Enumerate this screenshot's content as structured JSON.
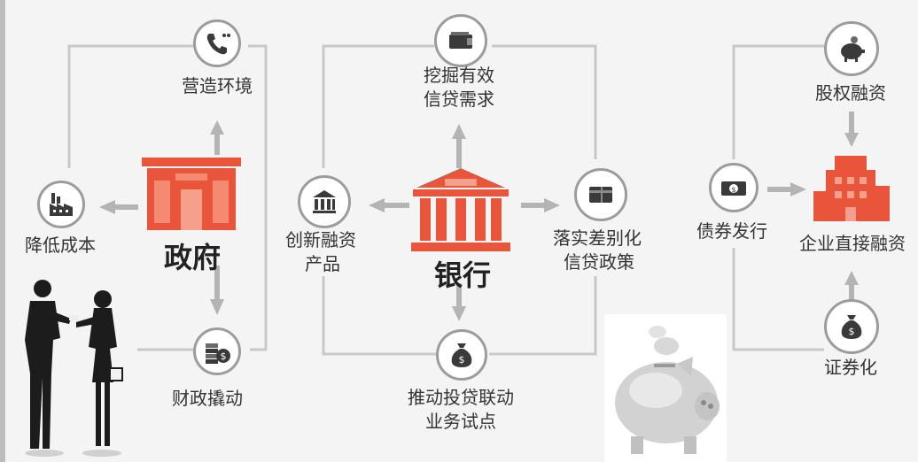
{
  "colors": {
    "accent": "#e8553a",
    "line": "#c8c8c8",
    "arrow": "#b4b4b4",
    "icon": "#3a3a3a"
  },
  "government": {
    "title": "政府",
    "nodes": {
      "environment": "营造环境",
      "cost": "降低成本",
      "fiscal": "财政撬动"
    }
  },
  "bank": {
    "title": "银行",
    "nodes": {
      "demand_line1": "挖掘有效",
      "demand_line2": "信贷需求",
      "product_line1": "创新融资",
      "product_line2": "产品",
      "policy_line1": "落实差别化",
      "policy_line2": "信贷政策",
      "pilot_line1": "推动投贷联动",
      "pilot_line2": "业务试点"
    }
  },
  "enterprise": {
    "title": "企业直接融资",
    "nodes": {
      "equity": "股权融资",
      "bond": "债券发行",
      "securitization": "证券化"
    }
  },
  "icons": [
    "phone-icon",
    "factory-icon",
    "coins-icon",
    "wallet-icon",
    "bank-icon",
    "card-icon",
    "money-bag-icon",
    "piggy-bank-icon",
    "cash-icon",
    "office-building-icon",
    "government-building-icon",
    "bank-building-icon"
  ]
}
